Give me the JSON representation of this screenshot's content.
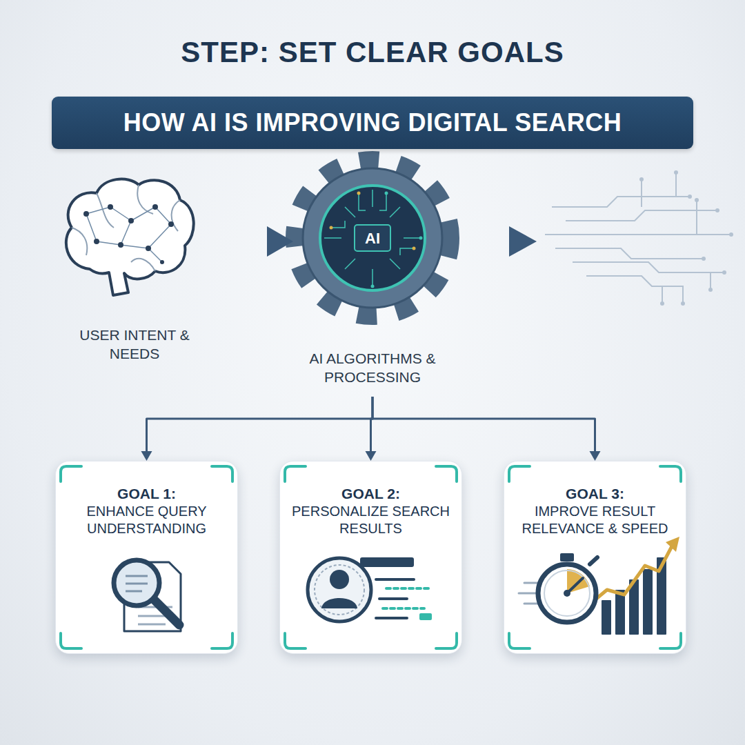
{
  "diagram": {
    "title": "STEP: SET CLEAR GOALS",
    "nodes": [
      {
        "text": [
          "HOW AI IS IMPROVING DIGITAL SEARCH"
        ]
      },
      {
        "text": [
          "USER INTENT & NEEDS"
        ]
      },
      {
        "text": [
          "AI",
          "AI ALGORITHMS & PROCESSING"
        ]
      },
      {
        "text": [
          "GOAL 1:",
          "ENHANCE QUERY UNDERSTANDING"
        ]
      },
      {
        "text": [
          "GOAL 2:",
          "PERSONALIZE SEARCH RESULTS"
        ]
      },
      {
        "text": [
          "GOAL 3:",
          "IMPROVE RESULT RELEVANCE & SPEED"
        ]
      }
    ],
    "edges": [
      {
        "from": 1,
        "to": 2,
        "arrow": "to"
      },
      {
        "from": 2,
        "to": 3,
        "arrow": "to"
      },
      {
        "from": 2,
        "to": 4,
        "arrow": "to"
      },
      {
        "from": 2,
        "to": 5,
        "arrow": "to"
      }
    ]
  }
}
